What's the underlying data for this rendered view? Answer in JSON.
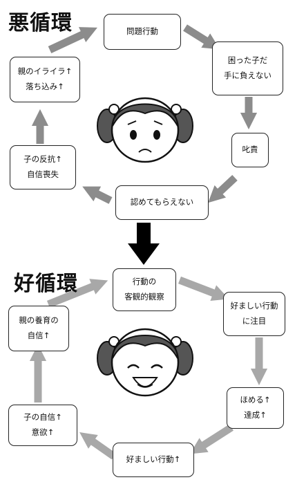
{
  "vicious_cycle": {
    "title": "悪循環",
    "steps": [
      "問題行動",
      "困った子だ\n手に負えない",
      "叱責",
      "認めてもらえない",
      "子の反抗↑\n自信喪失",
      "親のイライラ↑\n落ち込み↑"
    ]
  },
  "virtuous_cycle": {
    "title": "好循環",
    "steps": [
      "行動の\n客観的観察",
      "好ましい行動\nに注目",
      "ほめる↑\n達成↑",
      "好ましい行動↑",
      "子の自信↑\n意欲↑",
      "親の養育の\n自信↑"
    ]
  },
  "colors": {
    "arrow": "#8c8c8c",
    "arrow_virtuous": "#a8a8a8",
    "transition_arrow": "#000000",
    "border": "#222222"
  },
  "icons": [
    "worried-girl-face",
    "happy-girl-face",
    "down-arrow"
  ]
}
